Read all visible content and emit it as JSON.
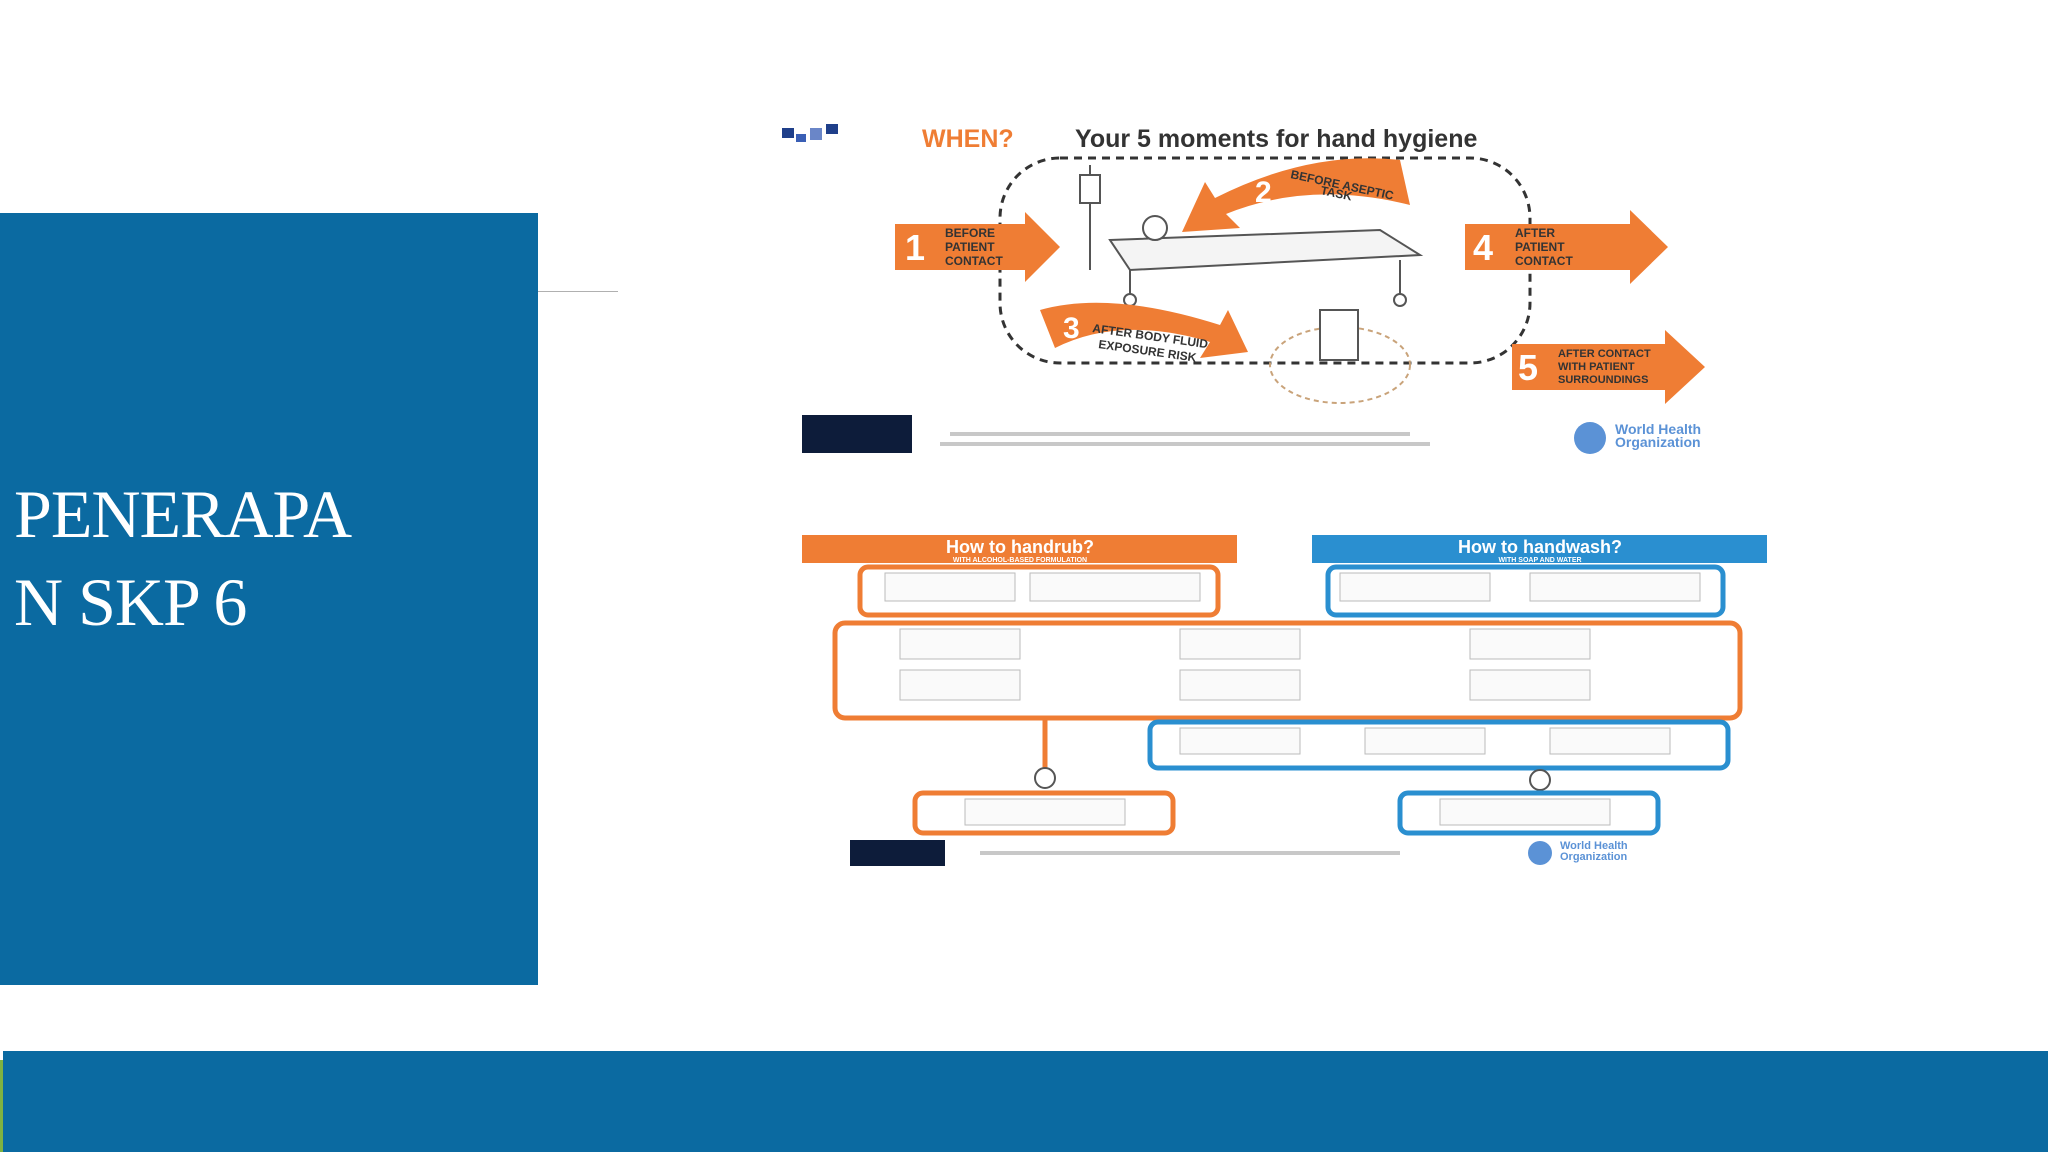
{
  "slide": {
    "title": "PENERAPAN SKP 6"
  },
  "colors": {
    "primary_blue": "#0b6aa1",
    "accent_orange": "#ef7d34",
    "accent_blue": "#2a8fd0",
    "accent_green": "#7fb241"
  },
  "poster_moments": {
    "heading_when": "WHEN?",
    "heading_rest": "Your 5 moments for hand hygiene",
    "moments": [
      {
        "num": "1",
        "line1": "BEFORE",
        "line2": "PATIENT",
        "line3": "CONTACT"
      },
      {
        "num": "2",
        "line1": "BEFORE ASEPTIC",
        "line2": "TASK"
      },
      {
        "num": "3",
        "line1": "AFTER BODY FLUID",
        "line2": "EXPOSURE RISK"
      },
      {
        "num": "4",
        "line1": "AFTER",
        "line2": "PATIENT",
        "line3": "CONTACT"
      },
      {
        "num": "5",
        "line1": "AFTER CONTACT",
        "line2": "WITH PATIENT",
        "line3": "SURROUNDINGS"
      }
    ],
    "org_line1": "World Health",
    "org_line2": "Organization"
  },
  "poster_hands": {
    "handrub_title": "How to handrub?",
    "handrub_subtitle": "WITH ALCOHOL-BASED FORMULATION",
    "handwash_title": "How to handwash?",
    "handwash_subtitle": "WITH SOAP AND WATER",
    "org_line1": "World Health",
    "org_line2": "Organization"
  }
}
